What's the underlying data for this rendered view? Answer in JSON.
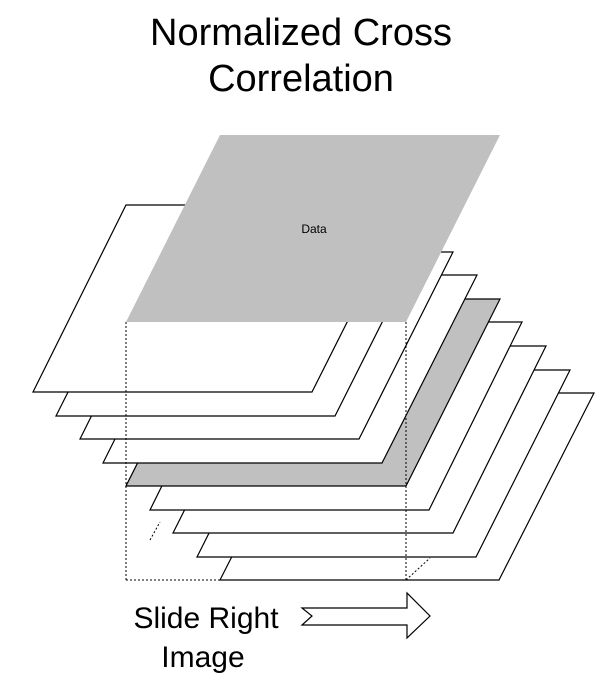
{
  "title": {
    "line1": "Normalized Cross",
    "line2": "Correlation"
  },
  "top_plate": {
    "label": "Data",
    "fill": "#c0c0c0"
  },
  "highlighted_plate_fill": "#c0c0c0",
  "caption": {
    "line1": "Slide Right",
    "line2": "Image"
  },
  "arrow_icon": "right-arrow-outline-icon"
}
